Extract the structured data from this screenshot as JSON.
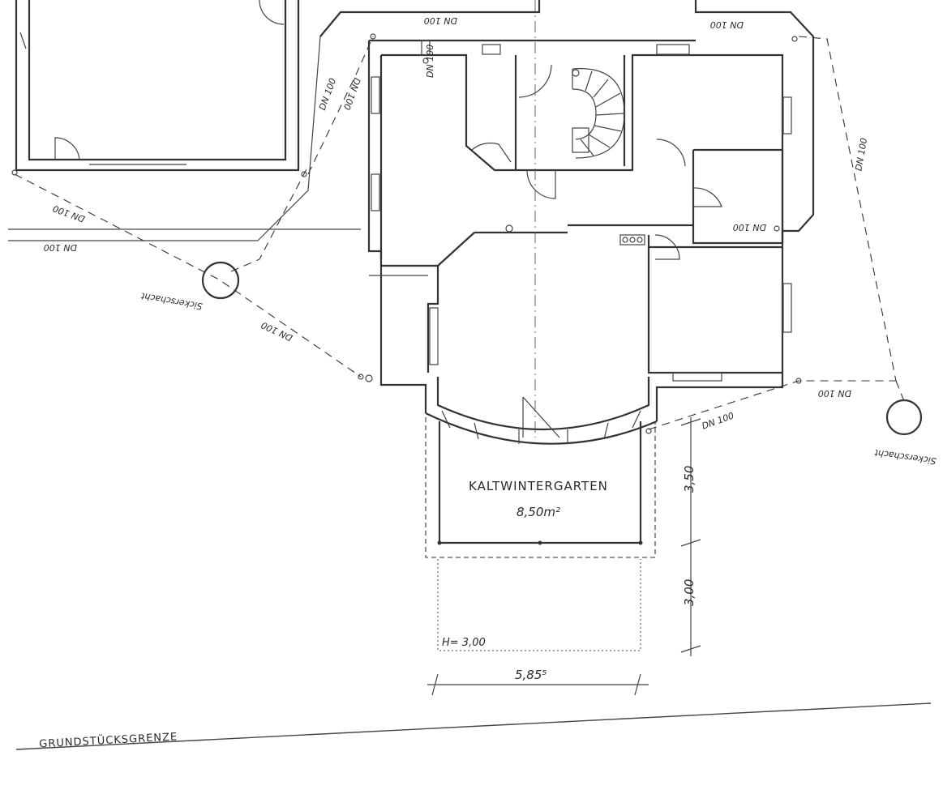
{
  "labels": {
    "room_name": "KALTWINTERGARTEN",
    "room_area": "8,50m²",
    "plot_boundary": "GRUNDSTÜCKSGRENZE",
    "height_note": "H= 3,00",
    "dim_width": "5,85⁵",
    "dim_depth_1": "3,50",
    "dim_depth_2": "3,00",
    "seepage_pit_left": "Sickerschacht",
    "seepage_pit_right": "Sickerschacht",
    "pipe_label": "DN 100"
  }
}
